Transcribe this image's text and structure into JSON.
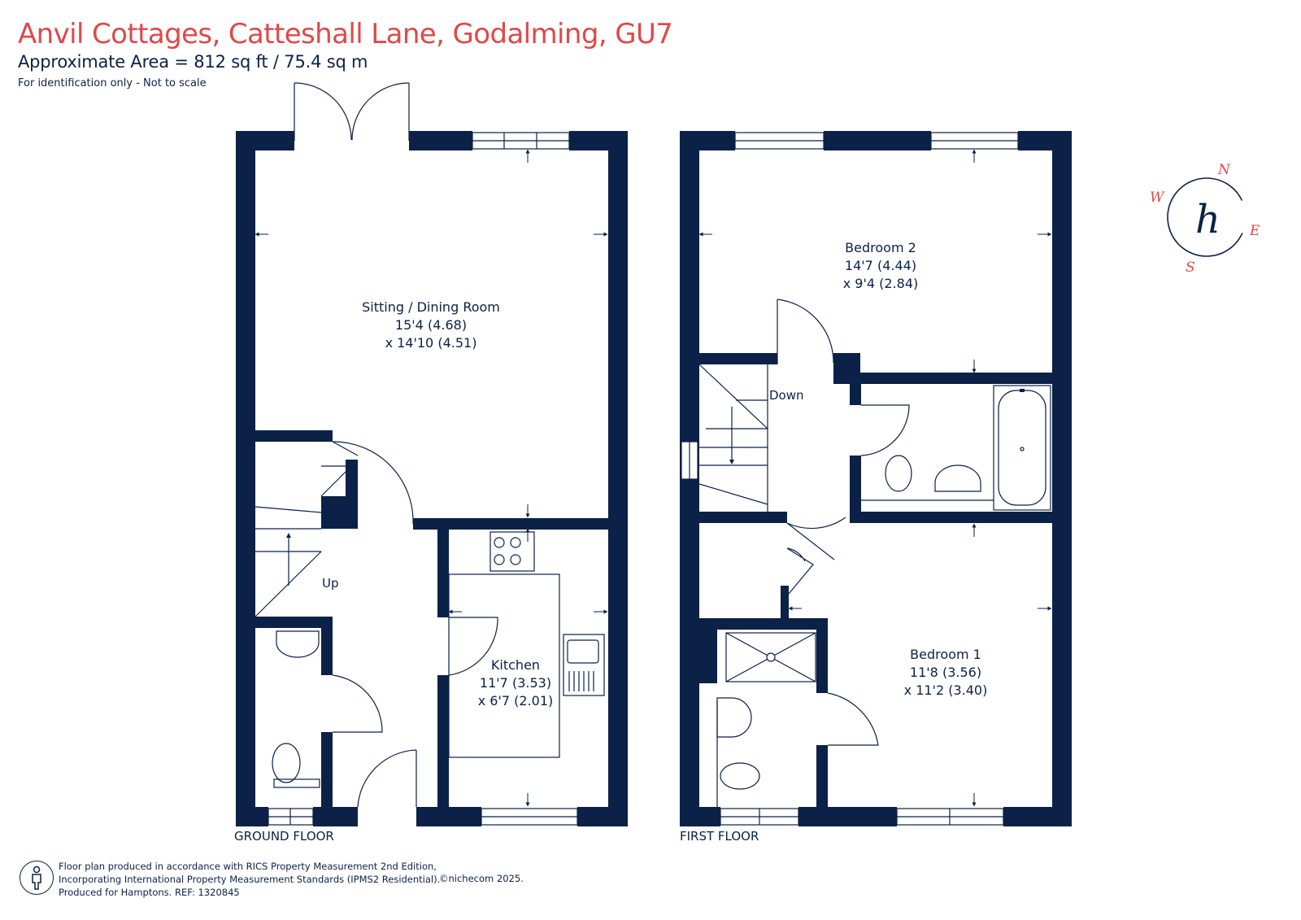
{
  "header": {
    "title": "Anvil Cottages, Catteshall Lane, Godalming, GU7",
    "area": "Approximate Area = 812 sq ft / 75.4 sq m",
    "disclaimer": "For identification only - Not to scale"
  },
  "ground_floor": {
    "label": "GROUND FLOOR",
    "rooms": {
      "sitting": {
        "name": "Sitting / Dining Room",
        "dim1": "15'4 (4.68)",
        "dim2": "x 14'10 (4.51)"
      },
      "kitchen": {
        "name": "Kitchen",
        "dim1": "11'7 (3.53)",
        "dim2": "x 6'7 (2.01)"
      }
    },
    "stairs_label": "Up"
  },
  "first_floor": {
    "label": "FIRST FLOOR",
    "rooms": {
      "bedroom2": {
        "name": "Bedroom 2",
        "dim1": "14'7 (4.44)",
        "dim2": "x 9'4 (2.84)"
      },
      "bedroom1": {
        "name": "Bedroom 1",
        "dim1": "11'8 (3.56)",
        "dim2": "x 11'2 (3.40)"
      }
    },
    "stairs_label": "Down"
  },
  "compass": {
    "n": "N",
    "e": "E",
    "s": "S",
    "w": "W",
    "logo": "h"
  },
  "footer": {
    "line1": "Floor plan produced in accordance with RICS Property Measurement 2nd Edition,",
    "line2": "Incorporating International Property Measurement Standards (IPMS2 Residential).",
    "line3": "Produced for Hamptons.   REF:  1320845",
    "copyright": "©nichecom 2025."
  },
  "colors": {
    "wall": "#0b2147",
    "accent": "#e0484a"
  }
}
